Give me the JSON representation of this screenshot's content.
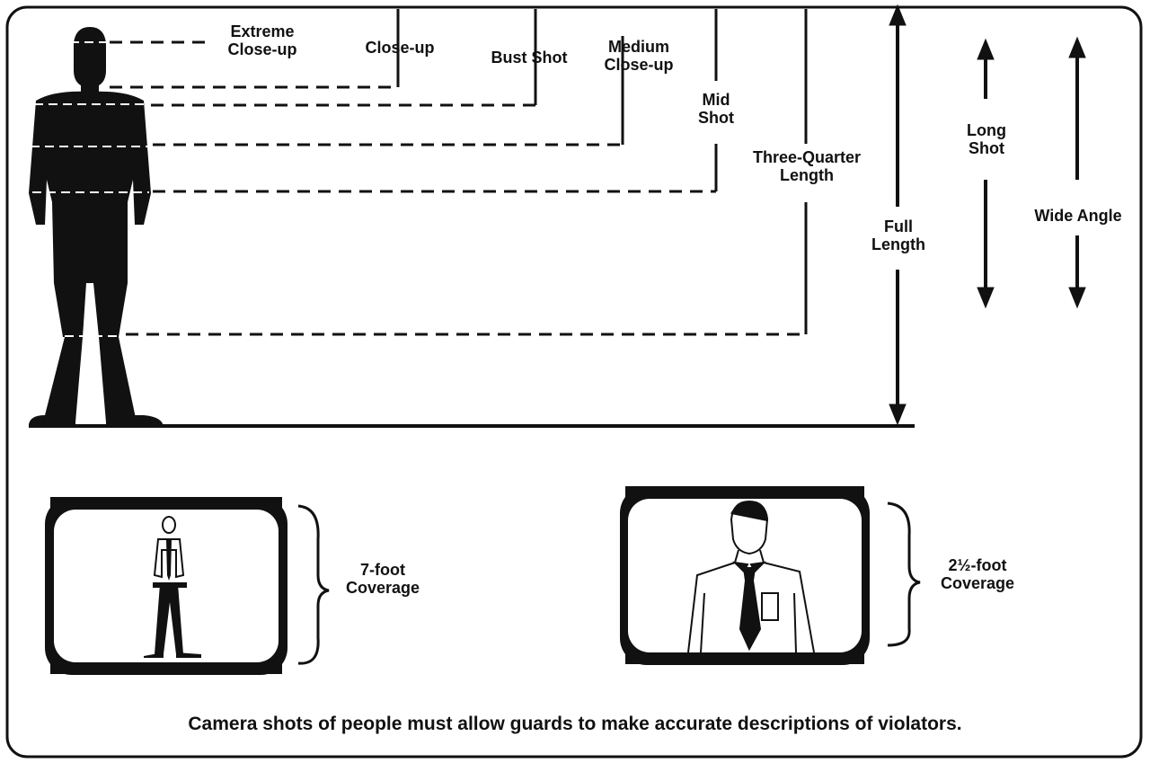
{
  "shot_labels": {
    "extreme_close_up": [
      "Extreme",
      "Close-up"
    ],
    "close_up": "Close-up",
    "bust_shot": "Bust Shot",
    "medium_close_up": [
      "Medium",
      "Close-up"
    ],
    "mid_shot": [
      "Mid",
      "Shot"
    ],
    "three_quarter_length": [
      "Three-Quarter",
      "Length"
    ],
    "full_length": [
      "Full",
      "Length"
    ],
    "long_shot": [
      "Long",
      "Shot"
    ],
    "wide_angle": "Wide Angle"
  },
  "monitors": [
    {
      "coverage": [
        "7-foot",
        "Coverage"
      ]
    },
    {
      "coverage": [
        "2½-foot",
        "Coverage"
      ]
    }
  ],
  "caption": "Camera shots of people must allow guards to make accurate descriptions of violators.",
  "colors": {
    "ink": "#111111",
    "paper": "#ffffff"
  }
}
